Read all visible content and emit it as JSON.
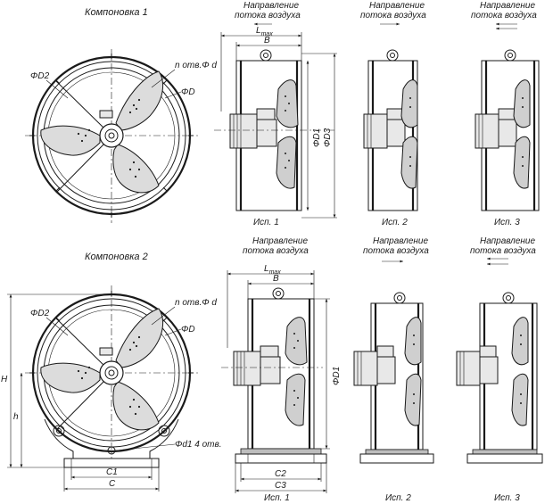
{
  "layouts": {
    "layout1_title": "Компоновка 1",
    "layout2_title": "Компоновка 2"
  },
  "airflow": {
    "label_line1": "Направление",
    "label_line2": "потока воздуха"
  },
  "versions": {
    "v1": "Исп. 1",
    "v2": "Исп. 2",
    "v3": "Исп. 3"
  },
  "dimensions": {
    "lmax_main": "L",
    "lmax_sub": "max",
    "b": "B",
    "d": "ΦD",
    "d1": "ΦD1",
    "d2": "ΦD2",
    "d3": "ΦD3",
    "holes_n": "n отв.Φ d",
    "holes_foot": "Φd1 4 отв.",
    "h_total": "H",
    "h_axis": "h",
    "c": "C",
    "c1": "C1",
    "c2": "C2",
    "c3": "C3"
  }
}
